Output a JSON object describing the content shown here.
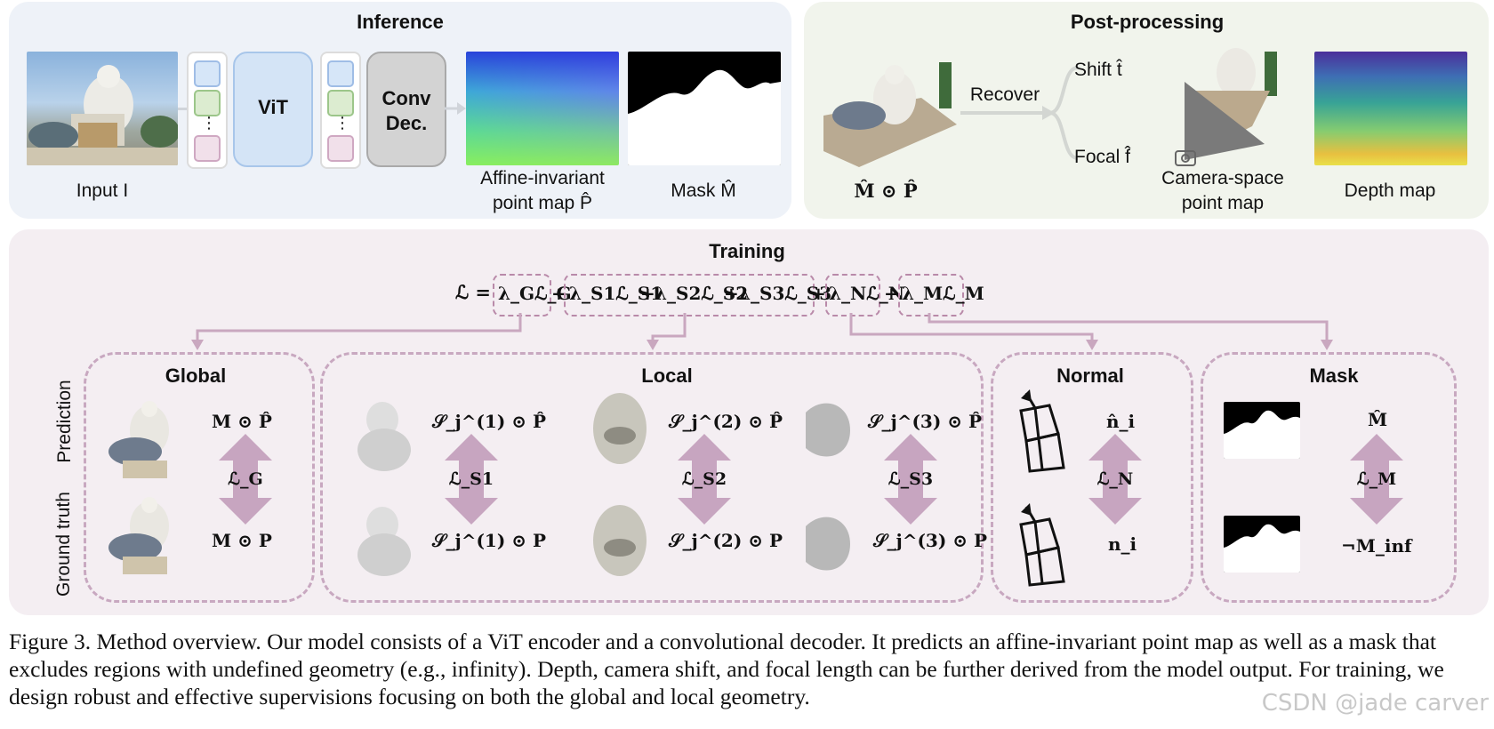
{
  "inference": {
    "title": "Inference",
    "input_label": "Input I",
    "vit_label": "ViT",
    "conv_label_1": "Conv",
    "conv_label_2": "Dec.",
    "dots": "⋮",
    "pointmap_label_1": "Affine-invariant",
    "pointmap_label_2": "point map P̂",
    "mask_label": "Mask M̂"
  },
  "postprocessing": {
    "title": "Post-processing",
    "masked_label": "M̂ ⊙ P̂",
    "recover_label": "Recover",
    "shift_label": "Shift t̂",
    "focal_label": "Focal f̂",
    "camera_label_1": "Camera-space",
    "camera_label_2": "point map",
    "depth_label": "Depth map"
  },
  "training": {
    "title": "Training",
    "formula": {
      "lhs": "ℒ =",
      "term_g": "λ_Gℒ_G",
      "plus1": "+",
      "term_s1": "λ_S1ℒ_S1",
      "plus2": "+",
      "term_s2": "λ_S2ℒ_S2",
      "plus3": "+",
      "term_s3": "λ_S3ℒ_S3",
      "plus4": "+",
      "term_n": "λ_Nℒ_N",
      "plus5": "+",
      "term_m": "λ_Mℒ_M"
    },
    "row_labels": {
      "prediction": "Prediction",
      "ground_truth": "Ground truth"
    },
    "global": {
      "title": "Global",
      "pred": "M ⊙ P̂",
      "gt": "M ⊙ P",
      "loss": "ℒ_G"
    },
    "local": {
      "title": "Local",
      "s1_pred": "𝒮_j^(1) ⊙ P̂",
      "s1_gt": "𝒮_j^(1) ⊙ P",
      "s1_loss": "ℒ_S1",
      "s2_pred": "𝒮_j^(2) ⊙ P̂",
      "s2_gt": "𝒮_j^(2) ⊙ P",
      "s2_loss": "ℒ_S2",
      "s3_pred": "𝒮_j^(3) ⊙ P̂",
      "s3_gt": "𝒮_j^(3) ⊙ P",
      "s3_loss": "ℒ_S3"
    },
    "normal": {
      "title": "Normal",
      "pred": "n̂_i",
      "gt": "n_i",
      "loss": "ℒ_N"
    },
    "mask": {
      "title": "Mask",
      "pred": "M̂",
      "gt": "¬M_inf",
      "loss": "ℒ_M"
    }
  },
  "caption": "Figure 3. Method overview. Our model consists of a ViT encoder and a convolutional decoder. It predicts an affine-invariant point map as well as a mask that excludes regions with undefined geometry (e.g., infinity). Depth, camera shift, and focal length can be further derived from the model output. For training, we design robust and effective supervisions focusing on both the global and local geometry.",
  "watermark": "CSDN @jade carver",
  "colors": {
    "inference_bg": "#eef2f8",
    "post_bg": "#f1f4ec",
    "training_bg": "#f4eef2",
    "arrow": "#c9a7bf",
    "loss_arrow": "#c7a5c0",
    "vit": "#d4e4f6",
    "conv": "#d3d3d3"
  }
}
